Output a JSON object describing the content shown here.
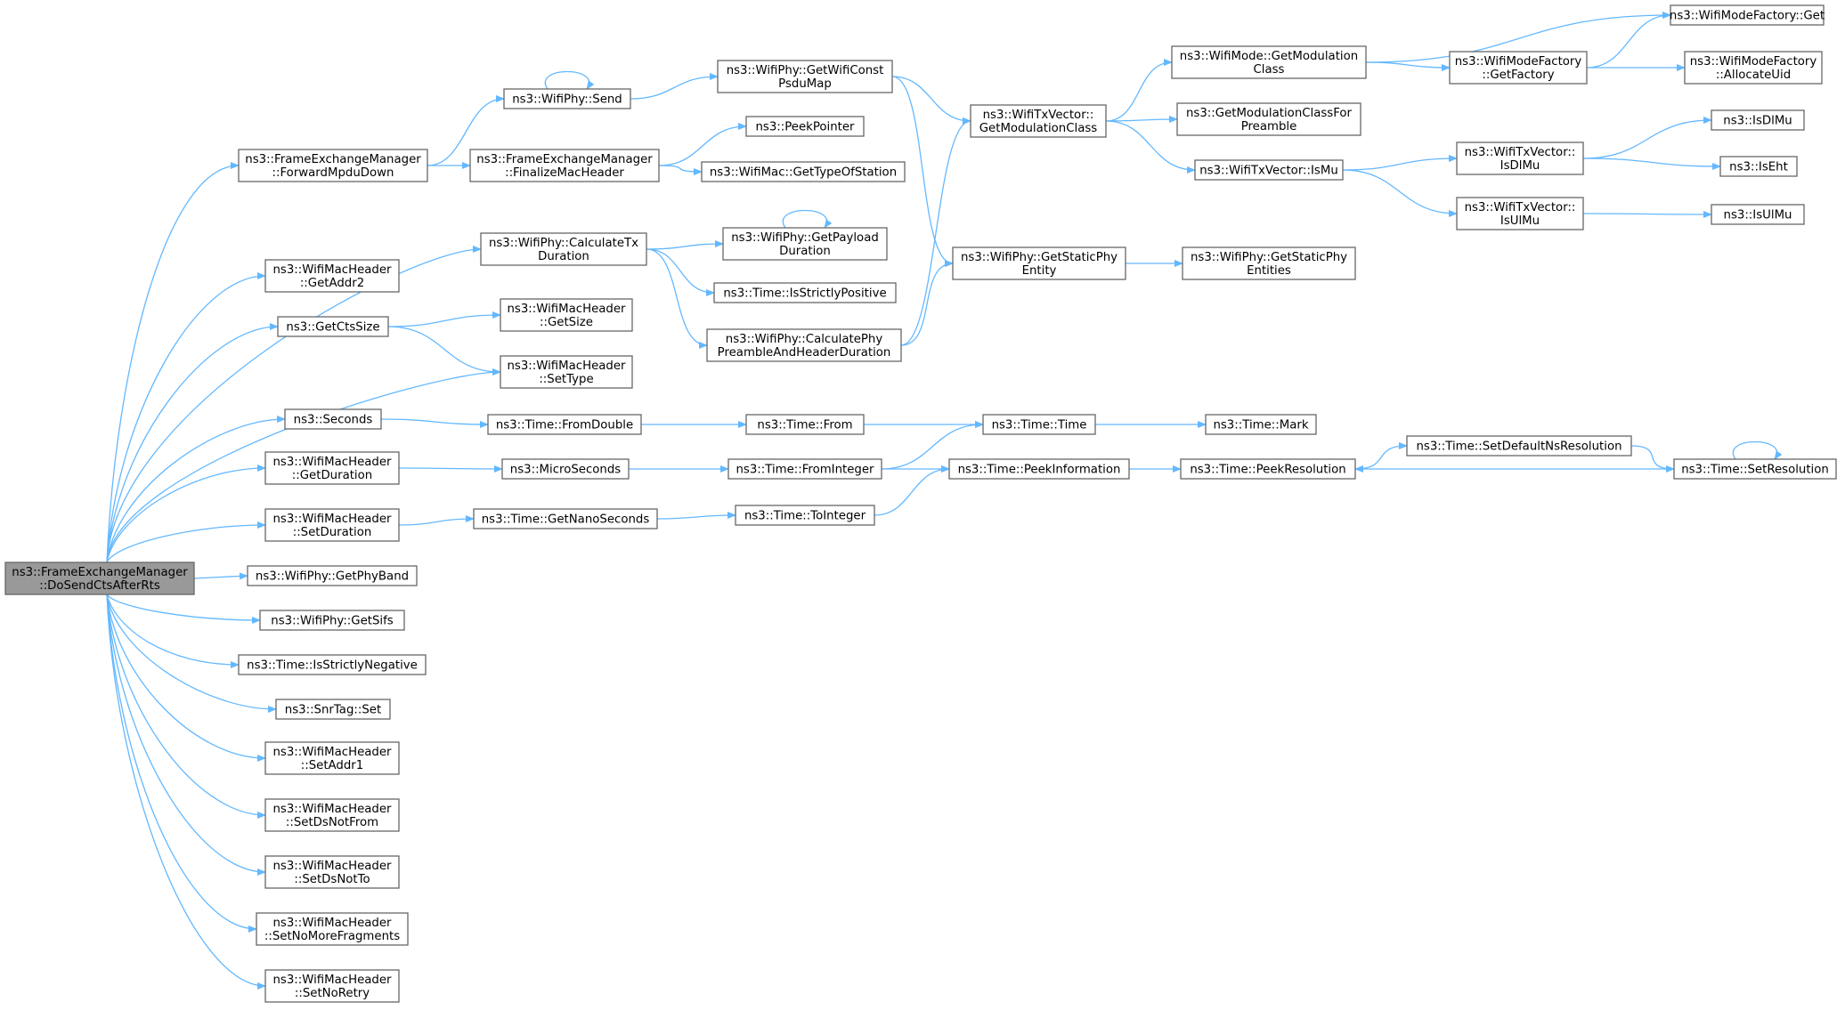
{
  "nodes": [
    {
      "id": "root",
      "lines": [
        "ns3::FrameExchangeManager",
        "::DoSendCtsAfterRts"
      ],
      "root": true
    },
    {
      "id": "fwdMpdu",
      "lines": [
        "ns3::FrameExchangeManager",
        "::ForwardMpduDown"
      ]
    },
    {
      "id": "getAddr2",
      "lines": [
        "ns3::WifiMacHeader",
        "::GetAddr2"
      ]
    },
    {
      "id": "getCtsSize",
      "lines": [
        "ns3::GetCtsSize"
      ]
    },
    {
      "id": "seconds",
      "lines": [
        "ns3::Seconds"
      ]
    },
    {
      "id": "getDuration",
      "lines": [
        "ns3::WifiMacHeader",
        "::GetDuration"
      ]
    },
    {
      "id": "setDuration",
      "lines": [
        "ns3::WifiMacHeader",
        "::SetDuration"
      ]
    },
    {
      "id": "getPhyBand",
      "lines": [
        "ns3::WifiPhy::GetPhyBand"
      ]
    },
    {
      "id": "getSifs",
      "lines": [
        "ns3::WifiPhy::GetSifs"
      ]
    },
    {
      "id": "isStrictlyNeg",
      "lines": [
        "ns3::Time::IsStrictlyNegative"
      ]
    },
    {
      "id": "snrSet",
      "lines": [
        "ns3::SnrTag::Set"
      ]
    },
    {
      "id": "setAddr1",
      "lines": [
        "ns3::WifiMacHeader",
        "::SetAddr1"
      ]
    },
    {
      "id": "setDsNotFrom",
      "lines": [
        "ns3::WifiMacHeader",
        "::SetDsNotFrom"
      ]
    },
    {
      "id": "setDsNotTo",
      "lines": [
        "ns3::WifiMacHeader",
        "::SetDsNotTo"
      ]
    },
    {
      "id": "setNoMoreFrag",
      "lines": [
        "ns3::WifiMacHeader",
        "::SetNoMoreFragments"
      ]
    },
    {
      "id": "setNoRetry",
      "lines": [
        "ns3::WifiMacHeader",
        "::SetNoRetry"
      ]
    },
    {
      "id": "phySend",
      "lines": [
        "ns3::WifiPhy::Send"
      ]
    },
    {
      "id": "finalizeMac",
      "lines": [
        "ns3::FrameExchangeManager",
        "::FinalizeMacHeader"
      ]
    },
    {
      "id": "calcTxDur",
      "lines": [
        "ns3::WifiPhy::CalculateTx",
        "Duration"
      ]
    },
    {
      "id": "getSize",
      "lines": [
        "ns3::WifiMacHeader",
        "::GetSize"
      ]
    },
    {
      "id": "setType",
      "lines": [
        "ns3::WifiMacHeader",
        "::SetType"
      ]
    },
    {
      "id": "fromDouble",
      "lines": [
        "ns3::Time::FromDouble"
      ]
    },
    {
      "id": "microSeconds",
      "lines": [
        "ns3::MicroSeconds"
      ]
    },
    {
      "id": "getNanoSeconds",
      "lines": [
        "ns3::Time::GetNanoSeconds"
      ]
    },
    {
      "id": "getWifiConst",
      "lines": [
        "ns3::WifiPhy::GetWifiConst",
        "PsduMap"
      ]
    },
    {
      "id": "peekPointer",
      "lines": [
        "ns3::PeekPointer"
      ]
    },
    {
      "id": "getTypeOfStation",
      "lines": [
        "ns3::WifiMac::GetTypeOfStation"
      ]
    },
    {
      "id": "getPayloadDur",
      "lines": [
        "ns3::WifiPhy::GetPayload",
        "Duration"
      ]
    },
    {
      "id": "isStrictlyPos",
      "lines": [
        "ns3::Time::IsStrictlyPositive"
      ]
    },
    {
      "id": "calcPhyPreamble",
      "lines": [
        "ns3::WifiPhy::CalculatePhy",
        "PreambleAndHeaderDuration"
      ]
    },
    {
      "id": "timeFrom",
      "lines": [
        "ns3::Time::From"
      ]
    },
    {
      "id": "fromInteger",
      "lines": [
        "ns3::Time::FromInteger"
      ]
    },
    {
      "id": "toInteger",
      "lines": [
        "ns3::Time::ToInteger"
      ]
    },
    {
      "id": "txVecGetModClass",
      "lines": [
        "ns3::WifiTxVector::",
        "GetModulationClass"
      ]
    },
    {
      "id": "getStaticPhyEntity",
      "lines": [
        "ns3::WifiPhy::GetStaticPhy",
        "Entity"
      ]
    },
    {
      "id": "timeTime",
      "lines": [
        "ns3::Time::Time"
      ]
    },
    {
      "id": "peekInfo",
      "lines": [
        "ns3::Time::PeekInformation"
      ]
    },
    {
      "id": "modeGetModClass",
      "lines": [
        "ns3::WifiMode::GetModulation",
        "Class"
      ]
    },
    {
      "id": "getModClassForPre",
      "lines": [
        "ns3::GetModulationClassFor",
        "Preamble"
      ]
    },
    {
      "id": "txVecIsMu",
      "lines": [
        "ns3::WifiTxVector::IsMu"
      ]
    },
    {
      "id": "getStaticPhyEntities",
      "lines": [
        "ns3::WifiPhy::GetStaticPhy",
        "Entities"
      ]
    },
    {
      "id": "timeMark",
      "lines": [
        "ns3::Time::Mark"
      ]
    },
    {
      "id": "peekRes",
      "lines": [
        "ns3::Time::PeekResolution"
      ]
    },
    {
      "id": "modeFactoryGetFactory",
      "lines": [
        "ns3::WifiModeFactory",
        "::GetFactory"
      ]
    },
    {
      "id": "txVecIsDlMu",
      "lines": [
        "ns3::WifiTxVector::",
        "IsDlMu"
      ]
    },
    {
      "id": "txVecIsUlMu",
      "lines": [
        "ns3::WifiTxVector::",
        "IsUlMu"
      ]
    },
    {
      "id": "setDefaultNsRes",
      "lines": [
        "ns3::Time::SetDefaultNsResolution"
      ]
    },
    {
      "id": "modeFactoryGet",
      "lines": [
        "ns3::WifiModeFactory::Get"
      ]
    },
    {
      "id": "modeFactoryAlloc",
      "lines": [
        "ns3::WifiModeFactory",
        "::AllocateUid"
      ]
    },
    {
      "id": "isDlMu",
      "lines": [
        "ns3::IsDlMu"
      ]
    },
    {
      "id": "isEht",
      "lines": [
        "ns3::IsEht"
      ]
    },
    {
      "id": "isUlMu",
      "lines": [
        "ns3::IsUlMu"
      ]
    },
    {
      "id": "setResolution",
      "lines": [
        "ns3::Time::SetResolution"
      ]
    }
  ],
  "edges": [
    [
      "root",
      "fwdMpdu"
    ],
    [
      "root",
      "getAddr2"
    ],
    [
      "root",
      "getCtsSize"
    ],
    [
      "root",
      "seconds"
    ],
    [
      "root",
      "getDuration"
    ],
    [
      "root",
      "setDuration"
    ],
    [
      "root",
      "getPhyBand"
    ],
    [
      "root",
      "getSifs"
    ],
    [
      "root",
      "isStrictlyNeg"
    ],
    [
      "root",
      "snrSet"
    ],
    [
      "root",
      "setAddr1"
    ],
    [
      "root",
      "setDsNotFrom"
    ],
    [
      "root",
      "setDsNotTo"
    ],
    [
      "root",
      "setNoMoreFrag"
    ],
    [
      "root",
      "setNoRetry"
    ],
    [
      "root",
      "calcTxDur"
    ],
    [
      "root",
      "setType"
    ],
    [
      "fwdMpdu",
      "phySend"
    ],
    [
      "fwdMpdu",
      "finalizeMac"
    ],
    [
      "phySend",
      "phySend"
    ],
    [
      "phySend",
      "getWifiConst"
    ],
    [
      "finalizeMac",
      "peekPointer"
    ],
    [
      "finalizeMac",
      "getTypeOfStation"
    ],
    [
      "getCtsSize",
      "getSize"
    ],
    [
      "getCtsSize",
      "setType"
    ],
    [
      "calcTxDur",
      "getPayloadDur"
    ],
    [
      "calcTxDur",
      "isStrictlyPos"
    ],
    [
      "calcTxDur",
      "calcPhyPreamble"
    ],
    [
      "getPayloadDur",
      "getPayloadDur"
    ],
    [
      "seconds",
      "fromDouble"
    ],
    [
      "fromDouble",
      "timeFrom"
    ],
    [
      "timeFrom",
      "timeTime"
    ],
    [
      "getDuration",
      "microSeconds"
    ],
    [
      "microSeconds",
      "fromInteger"
    ],
    [
      "fromInteger",
      "timeTime"
    ],
    [
      "fromInteger",
      "peekInfo"
    ],
    [
      "setDuration",
      "getNanoSeconds"
    ],
    [
      "getNanoSeconds",
      "toInteger"
    ],
    [
      "toInteger",
      "peekInfo"
    ],
    [
      "getWifiConst",
      "txVecGetModClass"
    ],
    [
      "getWifiConst",
      "getStaticPhyEntity"
    ],
    [
      "calcPhyPreamble",
      "txVecGetModClass"
    ],
    [
      "calcPhyPreamble",
      "getStaticPhyEntity"
    ],
    [
      "txVecGetModClass",
      "modeGetModClass"
    ],
    [
      "txVecGetModClass",
      "getModClassForPre"
    ],
    [
      "txVecGetModClass",
      "txVecIsMu"
    ],
    [
      "getStaticPhyEntity",
      "getStaticPhyEntities"
    ],
    [
      "timeTime",
      "timeMark"
    ],
    [
      "peekInfo",
      "peekRes"
    ],
    [
      "modeGetModClass",
      "modeFactoryGetFactory"
    ],
    [
      "modeGetModClass",
      "modeFactoryGet"
    ],
    [
      "modeFactoryGetFactory",
      "modeFactoryGet"
    ],
    [
      "modeFactoryGetFactory",
      "modeFactoryAlloc"
    ],
    [
      "txVecIsMu",
      "txVecIsDlMu"
    ],
    [
      "txVecIsMu",
      "txVecIsUlMu"
    ],
    [
      "txVecIsDlMu",
      "isDlMu"
    ],
    [
      "txVecIsDlMu",
      "isEht"
    ],
    [
      "txVecIsUlMu",
      "isUlMu"
    ],
    [
      "peekRes",
      "setDefaultNsRes"
    ],
    [
      "setDefaultNsRes",
      "setResolution"
    ],
    [
      "setResolution",
      "setResolution"
    ],
    [
      "setResolution",
      "peekRes"
    ]
  ],
  "colors": {
    "edge": "#63b8ff",
    "node_border": "#666666",
    "root_fill": "#999999",
    "node_fill": "#ffffff"
  }
}
